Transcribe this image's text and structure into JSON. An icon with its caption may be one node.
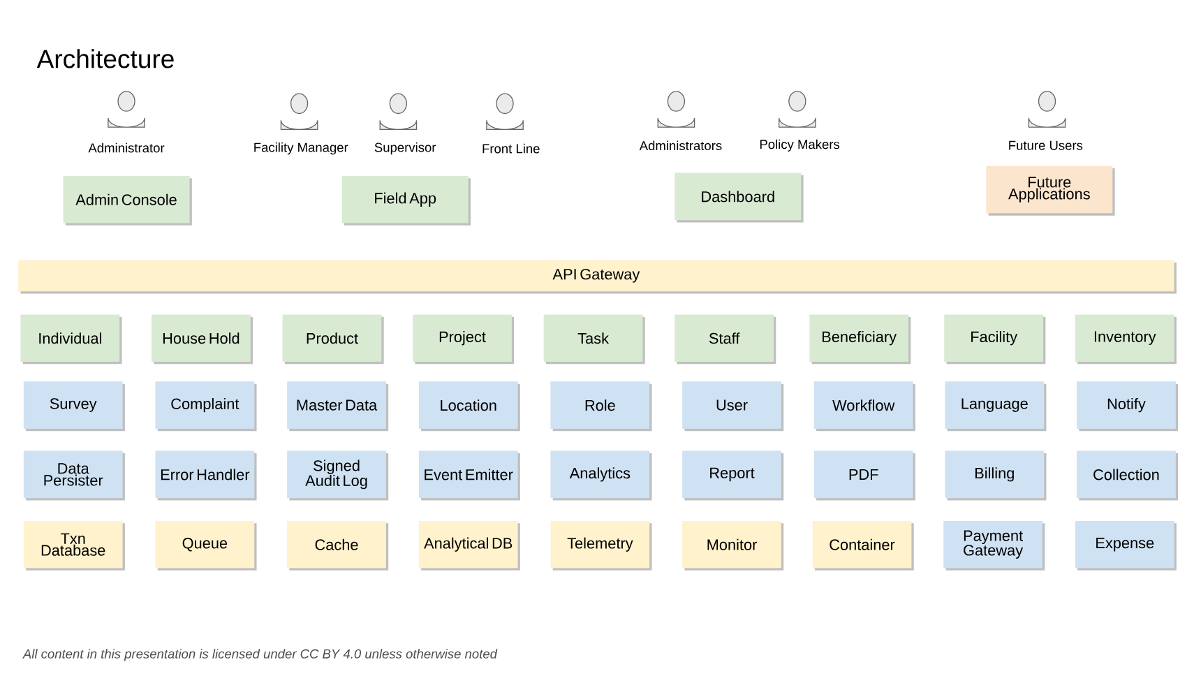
{
  "diagram": {
    "title": "Architecture",
    "nodes": [
      {
        "text": [
          "Administrator"
        ]
      },
      {
        "text": [
          "Facility Manager"
        ]
      },
      {
        "text": [
          "Supervisor"
        ]
      },
      {
        "text": [
          "Front Line"
        ]
      },
      {
        "text": [
          "Administrators"
        ]
      },
      {
        "text": [
          "Policy Makers"
        ]
      },
      {
        "text": [
          "Future Users"
        ]
      },
      {
        "text": [
          "Admin Console"
        ]
      },
      {
        "text": [
          "Field App"
        ]
      },
      {
        "text": [
          "Dashboard"
        ]
      },
      {
        "text": [
          "Future Applications"
        ]
      },
      {
        "text": [
          "API Gateway"
        ]
      },
      {
        "text": [
          "Individual"
        ]
      },
      {
        "text": [
          "House Hold"
        ]
      },
      {
        "text": [
          "Product"
        ]
      },
      {
        "text": [
          "Project"
        ]
      },
      {
        "text": [
          "Task"
        ]
      },
      {
        "text": [
          "Staff"
        ]
      },
      {
        "text": [
          "Beneficiary"
        ]
      },
      {
        "text": [
          "Facility"
        ]
      },
      {
        "text": [
          "Inventory"
        ]
      },
      {
        "text": [
          "Survey"
        ]
      },
      {
        "text": [
          "Complaint"
        ]
      },
      {
        "text": [
          "Master Data"
        ]
      },
      {
        "text": [
          "Location"
        ]
      },
      {
        "text": [
          "Role"
        ]
      },
      {
        "text": [
          "User"
        ]
      },
      {
        "text": [
          "Workflow"
        ]
      },
      {
        "text": [
          "Language"
        ]
      },
      {
        "text": [
          "Notify"
        ]
      },
      {
        "text": [
          "Data Persister"
        ]
      },
      {
        "text": [
          "Error Handler"
        ]
      },
      {
        "text": [
          "Signed Audit Log"
        ]
      },
      {
        "text": [
          "Event Emitter"
        ]
      },
      {
        "text": [
          "Analytics"
        ]
      },
      {
        "text": [
          "Report"
        ]
      },
      {
        "text": [
          "PDF"
        ]
      },
      {
        "text": [
          "Billing"
        ]
      },
      {
        "text": [
          "Collection"
        ]
      },
      {
        "text": [
          "Txn Database"
        ]
      },
      {
        "text": [
          "Queue"
        ]
      },
      {
        "text": [
          "Cache"
        ]
      },
      {
        "text": [
          "Analytical DB"
        ]
      },
      {
        "text": [
          "Telemetry"
        ]
      },
      {
        "text": [
          "Monitor"
        ]
      },
      {
        "text": [
          "Container"
        ]
      },
      {
        "text": [
          "Payment Gateway"
        ]
      },
      {
        "text": [
          "Expense"
        ]
      }
    ],
    "edges": [],
    "labels": [
      "All content in this presentation is licensed under CC BY 4.0 unless otherwise noted"
    ]
  }
}
